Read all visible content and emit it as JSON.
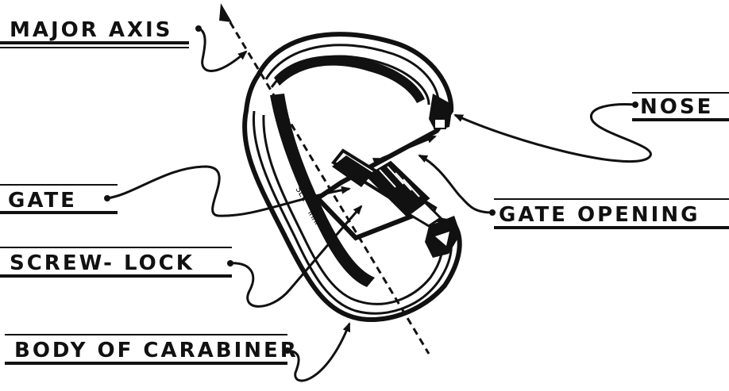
{
  "labels": {
    "major_axis": "MAJOR AXIS",
    "nose": "NOSE",
    "gate": "GATE",
    "gate_opening": "GATE OPENING",
    "screw_lock": "SCREW- LOCK",
    "body": "BODY OF CARABINER"
  },
  "colors": {
    "ink": "#111111",
    "paper": "#ffffff"
  }
}
